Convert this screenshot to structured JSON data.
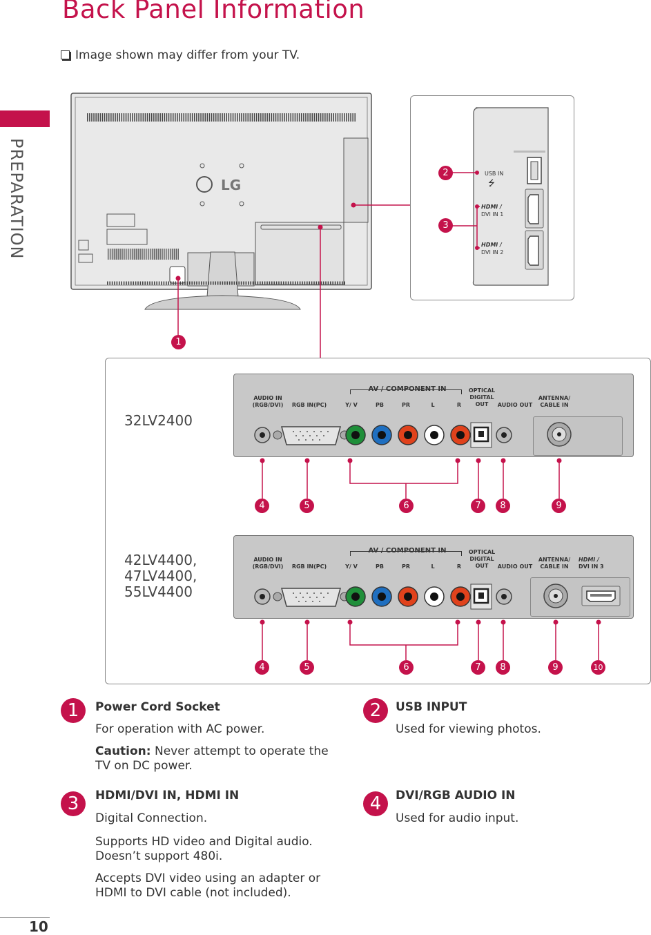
{
  "page": {
    "title": "Back Panel Information",
    "note": "Image shown may differ from your TV.",
    "section": "PREPARATION",
    "page_number": "10"
  },
  "tv_back": {
    "logo": "LG"
  },
  "side_panel": {
    "usb_label": "USB IN",
    "hdmi1_label": "DVI IN 1",
    "hdmi2_label": "DVI IN 2",
    "callouts": [
      "2",
      "3"
    ]
  },
  "callout_1": "1",
  "panel_32": {
    "model": "32LV2400",
    "labels": {
      "audio_in": "AUDIO IN",
      "audio_in_sub": "(RGB/DVI)",
      "rgb_in": "RGB IN(PC)",
      "av_component": "AV / COMPONENT IN",
      "yv": "Y/ V",
      "pb": "PB",
      "pr": "PR",
      "l": "L",
      "r": "R",
      "optical": "OPTICAL",
      "digital": "DIGITAL",
      "out": "OUT",
      "audio_out": "AUDIO OUT",
      "antenna": "ANTENNA/",
      "cable_in": "CABLE IN"
    },
    "callouts": [
      "4",
      "5",
      "6",
      "7",
      "8",
      "9"
    ]
  },
  "panel_42": {
    "model_lines": [
      "42LV4400,",
      "47LV4400,",
      "55LV4400"
    ],
    "labels": {
      "audio_in": "AUDIO IN",
      "audio_in_sub": "(RGB/DVI)",
      "rgb_in": "RGB IN(PC)",
      "av_component": "AV / COMPONENT IN",
      "yv": "Y/ V",
      "pb": "PB",
      "pr": "PR",
      "l": "L",
      "r": "R",
      "optical": "OPTICAL",
      "digital": "DIGITAL",
      "out": "OUT",
      "audio_out": "AUDIO OUT",
      "antenna": "ANTENNA/",
      "cable_in": "CABLE IN",
      "hdmi3": "DVI IN 3"
    },
    "callouts": [
      "4",
      "5",
      "6",
      "7",
      "8",
      "9",
      "10"
    ]
  },
  "descriptions": [
    {
      "num": "1",
      "heading": "Power Cord Socket",
      "paragraphs": [
        "For operation with AC power."
      ],
      "caution_label": "Caution:",
      "caution_text": " Never attempt to operate the TV on DC power."
    },
    {
      "num": "2",
      "heading": "USB INPUT",
      "paragraphs": [
        "Used for viewing photos."
      ]
    },
    {
      "num": "3",
      "heading": "HDMI/DVI IN, HDMI IN",
      "paragraphs": [
        "Digital Connection.",
        "Supports HD video and Digital audio. Doesn’t support 480i.",
        "Accepts DVI video using an adapter or HDMI to DVI cable (not included)."
      ]
    },
    {
      "num": "4",
      "heading": "DVI/RGB AUDIO IN",
      "paragraphs": [
        "Used for audio input."
      ]
    }
  ],
  "colors": {
    "accent": "#c4124b",
    "jack_green": "#1f8f3a",
    "jack_blue": "#1f6fc0",
    "jack_red": "#e0421c"
  }
}
